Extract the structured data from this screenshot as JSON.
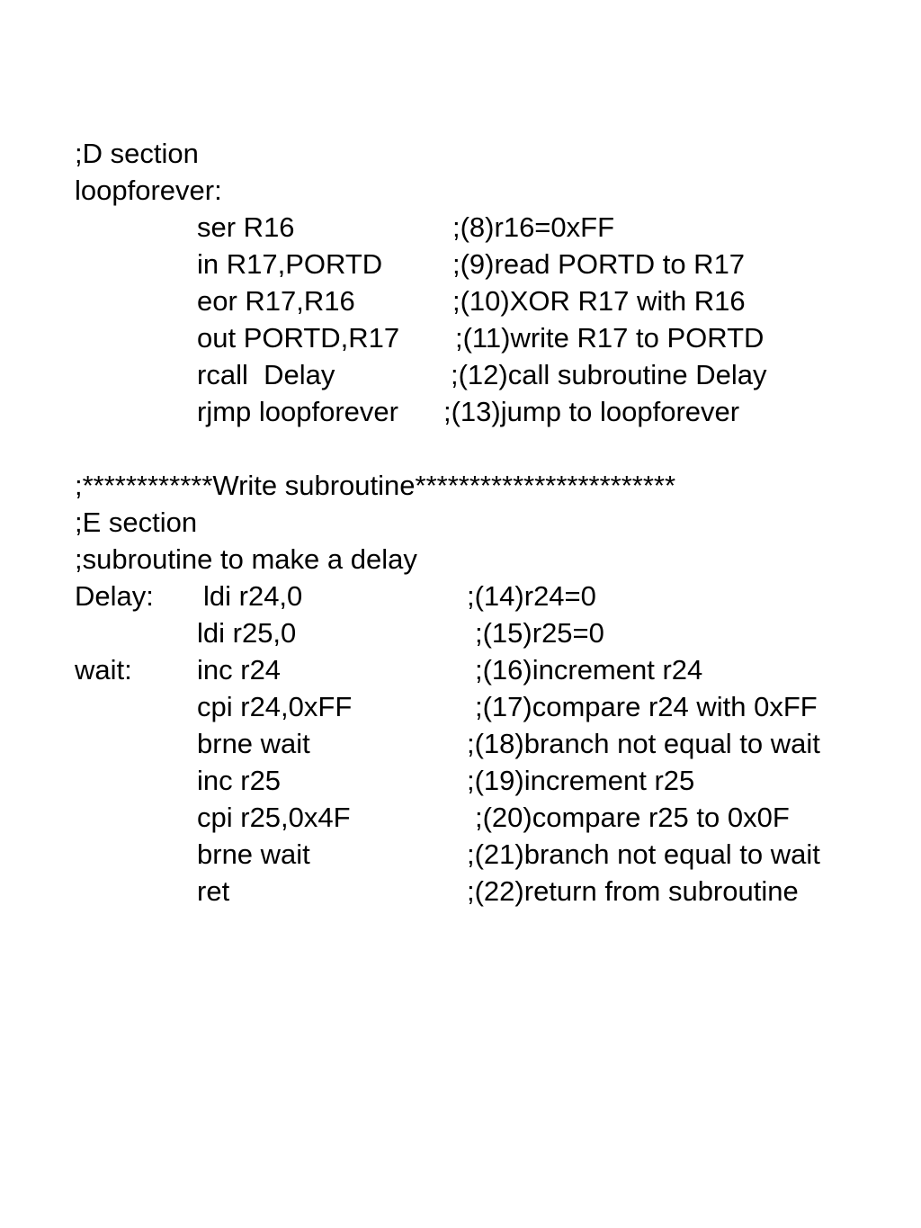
{
  "d_section": {
    "heading": ";D section",
    "label": "loopforever:",
    "lines": [
      {
        "instr": "ser R16",
        "comment": ";(8)r16=0xFF"
      },
      {
        "instr": "in R17,PORTD",
        "comment": ";(9)read PORTD to R17"
      },
      {
        "instr": "eor R17,R16",
        "comment": ";(10)XOR R17 with R16"
      },
      {
        "instr": "out PORTD,R17",
        "comment": ";(11)write R17 to PORTD"
      },
      {
        "instr": "rcall  Delay",
        "comment": ";(12)call subroutine Delay"
      },
      {
        "instr": "rjmp loopforever",
        "comment": ";(13)jump to loopforever"
      }
    ]
  },
  "e_section": {
    "banner": ";************Write subroutine************************",
    "heading": ";E section",
    "description": ";subroutine to make a delay",
    "lines": [
      {
        "label": "Delay:",
        "instr": "ldi r24,0",
        "comment": ";(14)r24=0"
      },
      {
        "label": "",
        "instr": "ldi r25,0",
        "comment": ";(15)r25=0"
      },
      {
        "label": "wait:",
        "instr": "inc r24",
        "comment": ";(16)increment r24"
      },
      {
        "label": "",
        "instr": "cpi r24,0xFF",
        "comment": ";(17)compare r24 with 0xFF"
      },
      {
        "label": "",
        "instr": "brne wait",
        "comment": ";(18)branch not equal to wait"
      },
      {
        "label": "",
        "instr": "inc r25",
        "comment": ";(19)increment r25"
      },
      {
        "label": "",
        "instr": "cpi r25,0x4F",
        "comment": ";(20)compare r25 to 0x0F"
      },
      {
        "label": "",
        "instr": "brne wait",
        "comment": ";(21)branch not equal to wait"
      },
      {
        "label": "",
        "instr": "ret",
        "comment": ";(22)return from subroutine"
      }
    ]
  }
}
